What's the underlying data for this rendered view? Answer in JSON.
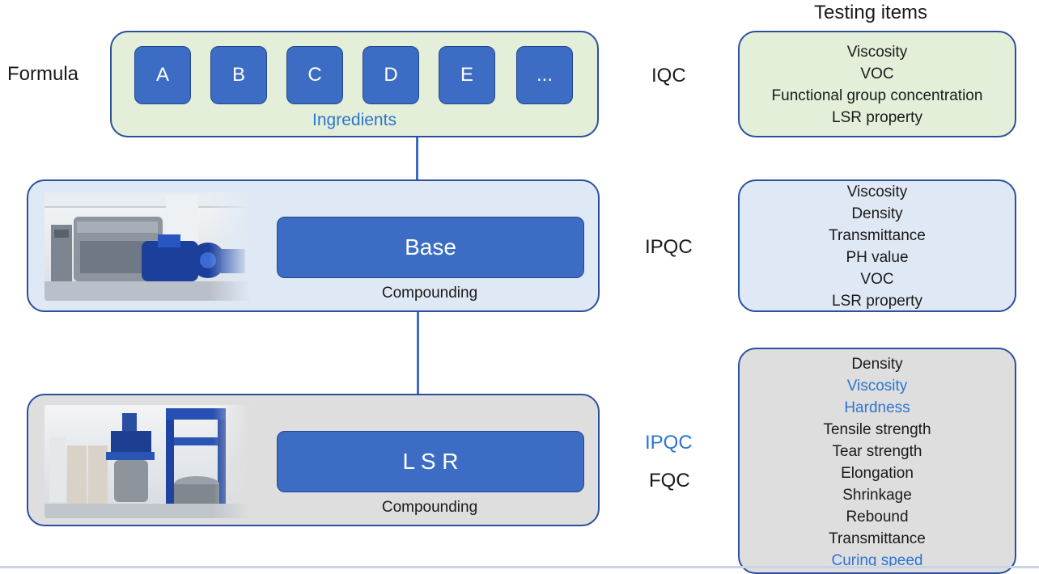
{
  "header": {
    "testing_items": "Testing items"
  },
  "formula": {
    "label": "Formula",
    "ingredients": [
      "A",
      "B",
      "C",
      "D",
      "E",
      "..."
    ],
    "caption": "Ingredients"
  },
  "base": {
    "title": "Base",
    "caption": "Compounding"
  },
  "lsr": {
    "title": "L S R",
    "caption": "Compounding"
  },
  "qc": {
    "iqc": "IQC",
    "ipqc": "IPQC",
    "ipqc2": "IPQC",
    "fqc": "FQC"
  },
  "tests": {
    "iqc": [
      {
        "text": "Viscosity",
        "highlight": false
      },
      {
        "text": "VOC",
        "highlight": false
      },
      {
        "text": "Functional group concentration",
        "highlight": false
      },
      {
        "text": "LSR property",
        "highlight": false
      }
    ],
    "ipqc": [
      {
        "text": "Viscosity",
        "highlight": false
      },
      {
        "text": "Density",
        "highlight": false
      },
      {
        "text": "Transmittance",
        "highlight": false
      },
      {
        "text": "PH value",
        "highlight": false
      },
      {
        "text": "VOC",
        "highlight": false
      },
      {
        "text": "LSR property",
        "highlight": false
      }
    ],
    "fqc": [
      {
        "text": "Density",
        "highlight": false
      },
      {
        "text": "Viscosity",
        "highlight": true
      },
      {
        "text": "Hardness",
        "highlight": true
      },
      {
        "text": "Tensile strength",
        "highlight": false
      },
      {
        "text": "Tear strength",
        "highlight": false
      },
      {
        "text": "Elongation",
        "highlight": false
      },
      {
        "text": "Shrinkage",
        "highlight": false
      },
      {
        "text": "Rebound",
        "highlight": false
      },
      {
        "text": "Transmittance",
        "highlight": false
      },
      {
        "text": "Curing speed",
        "highlight": true
      }
    ]
  },
  "colors": {
    "accent": "#3c6cc4",
    "border": "#2b4f9e",
    "highlight_text": "#2f74d0",
    "panel_green": "#e3efd9",
    "panel_blue": "#dfe9f5",
    "panel_grey": "#dedede"
  }
}
